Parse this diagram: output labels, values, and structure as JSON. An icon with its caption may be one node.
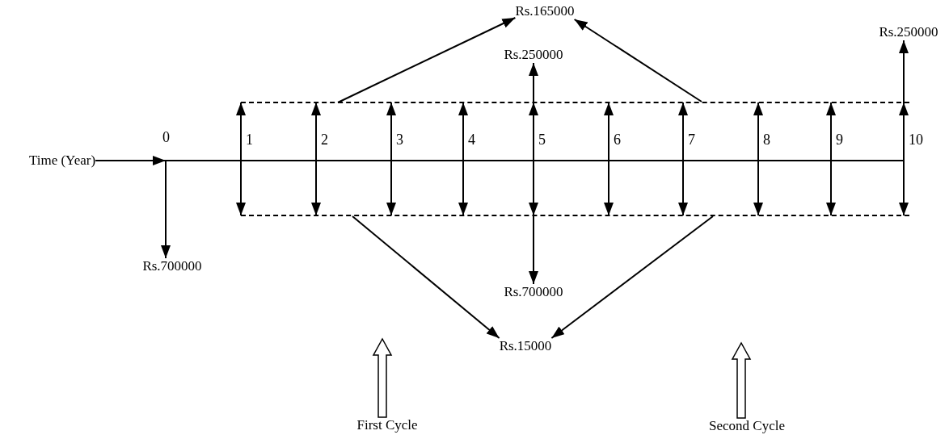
{
  "diagram": {
    "nodes": [
      {
        "text": [
          "Time (Year)"
        ]
      },
      {
        "text": [],
        "shape": "line"
      },
      {
        "text": [],
        "shape": "line"
      },
      {
        "text": [],
        "shape": "line"
      },
      {
        "text": [
          "Rs.700000"
        ]
      },
      {
        "text": [
          "Rs.165000"
        ]
      },
      {
        "text": [
          "Rs.250000"
        ]
      },
      {
        "text": [
          "Rs.250000"
        ]
      },
      {
        "text": [
          "Rs.700000"
        ]
      },
      {
        "text": [
          "Rs.15000"
        ]
      },
      {
        "text": [
          "First Cycle"
        ]
      },
      {
        "text": [
          "Second Cycle"
        ]
      }
    ],
    "edges": [
      {
        "from": 0,
        "to": 2,
        "arrow": "to"
      },
      {
        "from": 2,
        "to": 4,
        "arrow": "to"
      },
      {
        "from": 1,
        "to": 5,
        "arrow": "to"
      },
      {
        "from": 1,
        "to": 5,
        "arrow": "to"
      },
      {
        "from": 1,
        "to": 6,
        "arrow": "to"
      },
      {
        "from": 1,
        "to": 7,
        "arrow": "to"
      },
      {
        "from": 3,
        "to": 8,
        "arrow": "to"
      },
      {
        "from": 3,
        "to": 9,
        "arrow": "to"
      },
      {
        "from": 3,
        "to": 9,
        "arrow": "to"
      },
      {
        "from": 10,
        "to": null,
        "arrow": "to",
        "style": "thick"
      },
      {
        "from": 11,
        "to": null,
        "arrow": "to",
        "style": "thick"
      },
      {
        "from": 3,
        "to": 1,
        "arrow": "both"
      },
      {
        "from": 3,
        "to": 1,
        "arrow": "both"
      },
      {
        "from": 3,
        "to": 1,
        "arrow": "both"
      },
      {
        "from": 3,
        "to": 1,
        "arrow": "both"
      },
      {
        "from": 3,
        "to": 1,
        "arrow": "both"
      },
      {
        "from": 3,
        "to": 1,
        "arrow": "both"
      },
      {
        "from": 3,
        "to": 1,
        "arrow": "both"
      },
      {
        "from": 3,
        "to": 1,
        "arrow": "both"
      },
      {
        "from": 3,
        "to": 1,
        "arrow": "both"
      },
      {
        "from": 3,
        "to": 1,
        "arrow": "both"
      }
    ],
    "labels": [
      "0",
      "1",
      "2",
      "3",
      "4",
      "5",
      "6",
      "7",
      "8",
      "9",
      "10"
    ]
  }
}
